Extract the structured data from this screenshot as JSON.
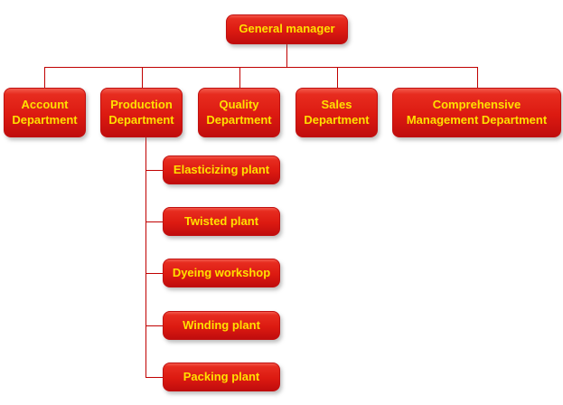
{
  "diagram": {
    "type": "org-chart",
    "root": {
      "label": "General manager"
    },
    "departments": [
      {
        "label": "Account Department"
      },
      {
        "label": "Production Department"
      },
      {
        "label": "Quality Department"
      },
      {
        "label": "Sales Department"
      },
      {
        "label": "Comprehensive Management Department"
      }
    ],
    "production_subunits": [
      {
        "label": "Elasticizing plant"
      },
      {
        "label": "Twisted plant"
      },
      {
        "label": "Dyeing workshop"
      },
      {
        "label": "Winding plant"
      },
      {
        "label": "Packing plant"
      }
    ]
  },
  "colors": {
    "node_gradient_top": "#f2584a",
    "node_gradient_bottom": "#c00d0d",
    "node_text": "#ffe000",
    "connector": "#c00000",
    "background": "#ffffff"
  }
}
